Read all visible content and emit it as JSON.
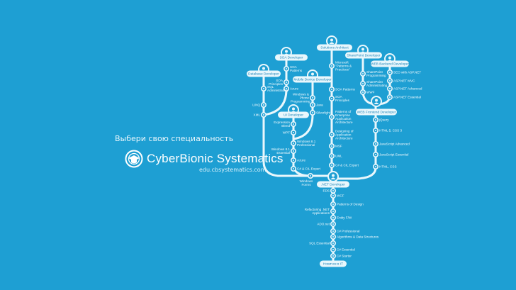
{
  "tagline": "Выбери свою специальность",
  "brand": {
    "name": "CyberBionic Systematics",
    "url": "edu.cbsystematics.com"
  },
  "roles": {
    "database": "Database Developer",
    "soa": "SOA Developer",
    "mobile": "Mobile Device Developer",
    "ui": "UI Developer",
    "architect": "Solutions Architect",
    "sharepoint": "SharePoint Developer",
    "web_backend": "WEB Backend Developer",
    "web_frontend": "WEB Frontend Developer",
    "dotnet": ".NET Developer",
    "beginner": "Новичок в IT"
  },
  "courses": {
    "database": [
      "SQL Administrating",
      "LINQ",
      "XML"
    ],
    "soa": [
      "SOA Patterns",
      "SOA Principles",
      "Azure"
    ],
    "mobile": [
      "Windows & Phone Programming",
      "Java",
      "Silverlight"
    ],
    "ui": [
      "Expression Blend",
      "WPF",
      "Windows 8.1 Professional",
      "Windows 8.1 Essential",
      "Azure",
      "C# & CIL Expert"
    ],
    "junction": [
      "Windows Forms"
    ],
    "architect": [
      "Microsoft \"Patterns & Practices\"",
      "SOA Patterns",
      "SOA Principles",
      "Patterns of Enterprise Application Architecture",
      "Designing of Application Architecture",
      "MSF",
      "UML",
      "C# & CIL Expert"
    ],
    "sharepoint": [
      "SharePoint Programming",
      "SharePoint Administrating",
      "WWF"
    ],
    "web_backend": [
      "SEO with ASP.NET",
      "ASP.NET MVC",
      "ASP.NET Advanced",
      "ASP.NET Essential"
    ],
    "web_frontend": [
      "jQuery",
      "HTML 5, CSS 3",
      "JavaScript Advanced",
      "JavaScript Essential",
      "HTML, CSS"
    ],
    "dotnet": [
      "EDS",
      "WCF",
      "Patterns of Design",
      "Refactoring .NET Applications",
      "Entity F/W",
      "ADO.net",
      "C# Professional",
      "Algorithms & Data Structures",
      "SQL Essential",
      "C# Essential",
      "C# Starter"
    ]
  },
  "colors": {
    "background": "#1e9fd3",
    "line": "#e9f7fc",
    "pill_text": "#1e84b8"
  }
}
